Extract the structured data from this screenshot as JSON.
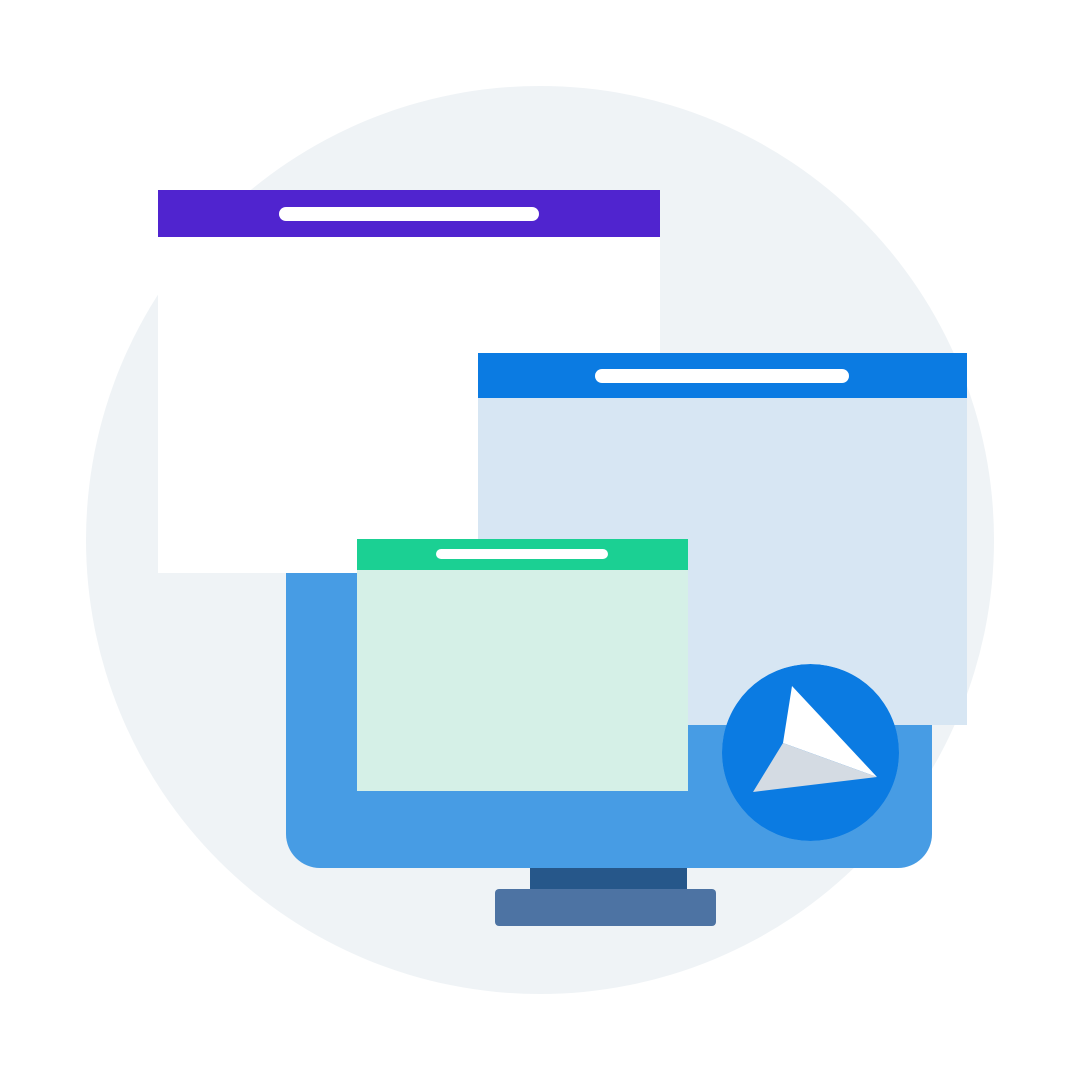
{
  "colors": {
    "background": "#ffffff",
    "circle": "#eff3f6",
    "monitor_screen": "#479ce4",
    "monitor_neck": "#26578a",
    "monitor_base": "#4d73a3",
    "badge": "#0b7be2",
    "plane_light": "#ffffff",
    "plane_shadow": "#d4dbe3"
  },
  "windows": [
    {
      "name": "purple",
      "titlebar_color": "#5024cf",
      "body_color": "#ffffff"
    },
    {
      "name": "blue",
      "titlebar_color": "#0b7be2",
      "body_color": "#d7e6f3"
    },
    {
      "name": "green",
      "titlebar_color": "#1bd093",
      "body_color": "#d5f0e7"
    }
  ],
  "icons": {
    "badge": "paper-plane-icon"
  }
}
